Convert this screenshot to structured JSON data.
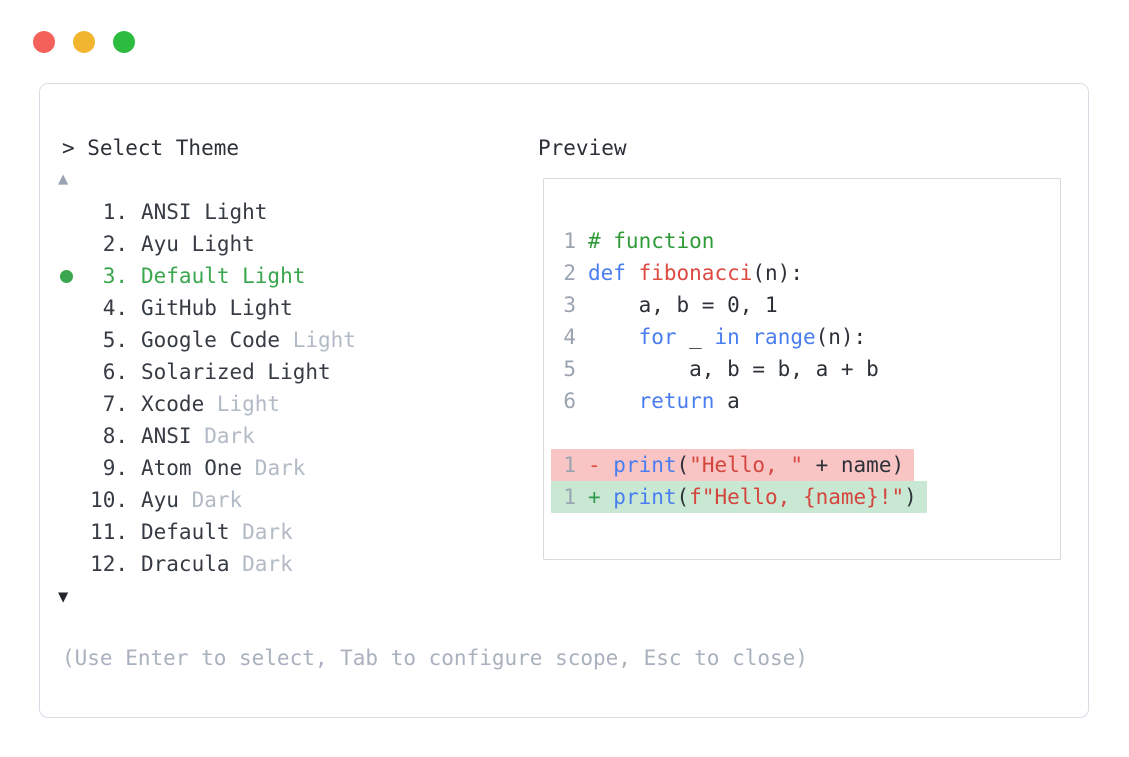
{
  "window_controls": {
    "close_color": "#f4615a",
    "minimize_color": "#f2b52f",
    "zoom_color": "#2cbd40"
  },
  "theme_picker": {
    "title": "> Select Theme",
    "scroll_up_icon": "▲",
    "scroll_down_icon": "▼",
    "selected_color": "#3aa64e",
    "items": [
      {
        "number": "1.",
        "label": "ANSI Light",
        "muted": "",
        "selected": false
      },
      {
        "number": "2.",
        "label": "Ayu Light",
        "muted": "",
        "selected": false
      },
      {
        "number": "3.",
        "label": "Default Light",
        "muted": "",
        "selected": true
      },
      {
        "number": "4.",
        "label": "GitHub Light",
        "muted": "",
        "selected": false
      },
      {
        "number": "5.",
        "label": "Google Code",
        "muted": "Light",
        "selected": false
      },
      {
        "number": "6.",
        "label": "Solarized Light",
        "muted": "",
        "selected": false
      },
      {
        "number": "7.",
        "label": "Xcode",
        "muted": "Light",
        "selected": false
      },
      {
        "number": "8.",
        "label": "ANSI",
        "muted": "Dark",
        "selected": false
      },
      {
        "number": "9.",
        "label": "Atom One",
        "muted": "Dark",
        "selected": false
      },
      {
        "number": "10.",
        "label": "Ayu",
        "muted": "Dark",
        "selected": false
      },
      {
        "number": "11.",
        "label": "Default",
        "muted": "Dark",
        "selected": false
      },
      {
        "number": "12.",
        "label": "Dracula",
        "muted": "Dark",
        "selected": false
      }
    ],
    "help_text": "(Use Enter to select, Tab to configure scope, Esc to close)"
  },
  "preview": {
    "label": "Preview",
    "code_lines": [
      {
        "num": "1",
        "diff": "",
        "tokens": [
          {
            "t": "comment",
            "s": "# function"
          }
        ]
      },
      {
        "num": "2",
        "diff": "",
        "tokens": [
          {
            "t": "kw",
            "s": "def"
          },
          {
            "t": "plain",
            "s": " "
          },
          {
            "t": "fn",
            "s": "fibonacci"
          },
          {
            "t": "plain",
            "s": "(n):"
          }
        ]
      },
      {
        "num": "3",
        "diff": "",
        "tokens": [
          {
            "t": "plain",
            "s": "    a, b = 0, 1"
          }
        ]
      },
      {
        "num": "4",
        "diff": "",
        "tokens": [
          {
            "t": "plain",
            "s": "    "
          },
          {
            "t": "kw",
            "s": "for"
          },
          {
            "t": "plain",
            "s": " _ "
          },
          {
            "t": "kw",
            "s": "in"
          },
          {
            "t": "plain",
            "s": " "
          },
          {
            "t": "kw",
            "s": "range"
          },
          {
            "t": "plain",
            "s": "(n):"
          }
        ]
      },
      {
        "num": "5",
        "diff": "",
        "tokens": [
          {
            "t": "plain",
            "s": "        a, b = b, a + b"
          }
        ]
      },
      {
        "num": "6",
        "diff": "",
        "tokens": [
          {
            "t": "plain",
            "s": "    "
          },
          {
            "t": "kw",
            "s": "return"
          },
          {
            "t": "plain",
            "s": " a"
          }
        ]
      },
      {
        "num": "",
        "diff": "",
        "tokens": []
      },
      {
        "num": "1",
        "diff": "removed",
        "tokens": [
          {
            "t": "minus",
            "s": "- "
          },
          {
            "t": "kw",
            "s": "print"
          },
          {
            "t": "plain",
            "s": "("
          },
          {
            "t": "str",
            "s": "\"Hello, \""
          },
          {
            "t": "plain",
            "s": " + name)"
          }
        ]
      },
      {
        "num": "1",
        "diff": "added",
        "tokens": [
          {
            "t": "plus",
            "s": "+ "
          },
          {
            "t": "kw",
            "s": "print"
          },
          {
            "t": "plain",
            "s": "("
          },
          {
            "t": "str",
            "s": "f\"Hello, {name}!\""
          },
          {
            "t": "plain",
            "s": ")"
          }
        ]
      }
    ]
  }
}
